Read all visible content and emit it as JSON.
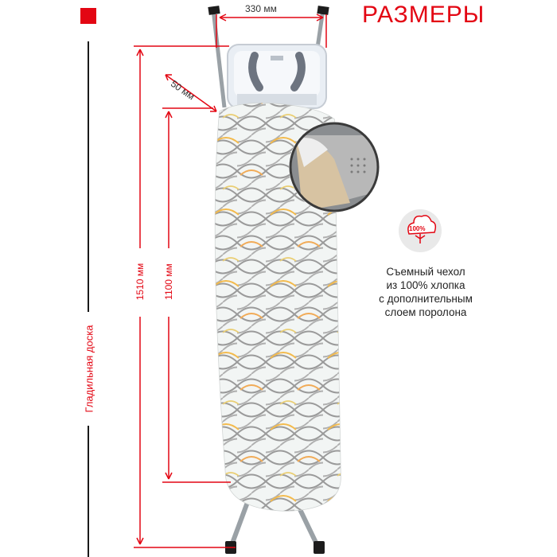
{
  "title": "РАЗМЕРЫ",
  "dimensions": {
    "width_top": "330 мм",
    "nose_offset": "50 мм",
    "total_length": "1510 мм",
    "surface_length": "1100 мм"
  },
  "side_label": "Гладильная доска",
  "badge": {
    "text": "100%"
  },
  "cover_caption": [
    "Съемный чехол",
    "из 100% хлопка",
    "с дополнительным",
    "слоем поролона"
  ],
  "colors": {
    "accent": "#e30613",
    "dimension_line": "#e30613",
    "text": "#222222"
  }
}
